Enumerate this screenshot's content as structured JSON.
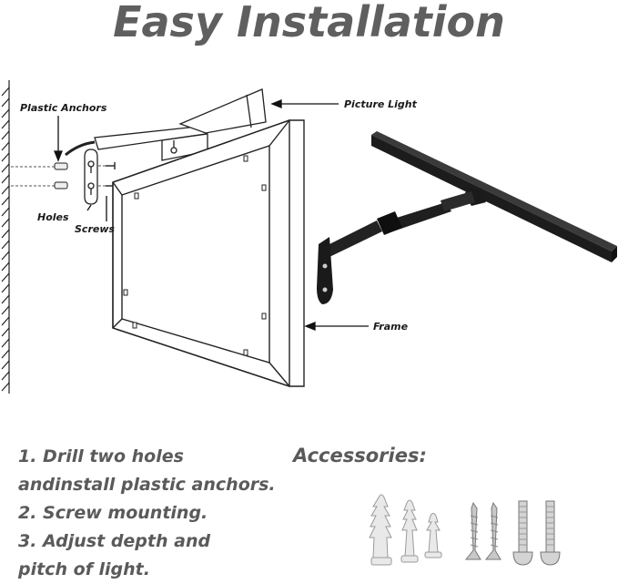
{
  "title": "Easy Installation",
  "diagram": {
    "labels": {
      "plastic_anchors": "Plastic Anchors",
      "holes": "Holes",
      "screws": "Screws",
      "picture_light": "Picture Light",
      "frame": "Frame"
    }
  },
  "steps": [
    "1. Drill two holes",
    "andinstall plastic anchors.",
    "2. Screw mounting.",
    "3. Adjust depth and",
    "pitch of light."
  ],
  "accessories": {
    "title": "Accessories:"
  }
}
